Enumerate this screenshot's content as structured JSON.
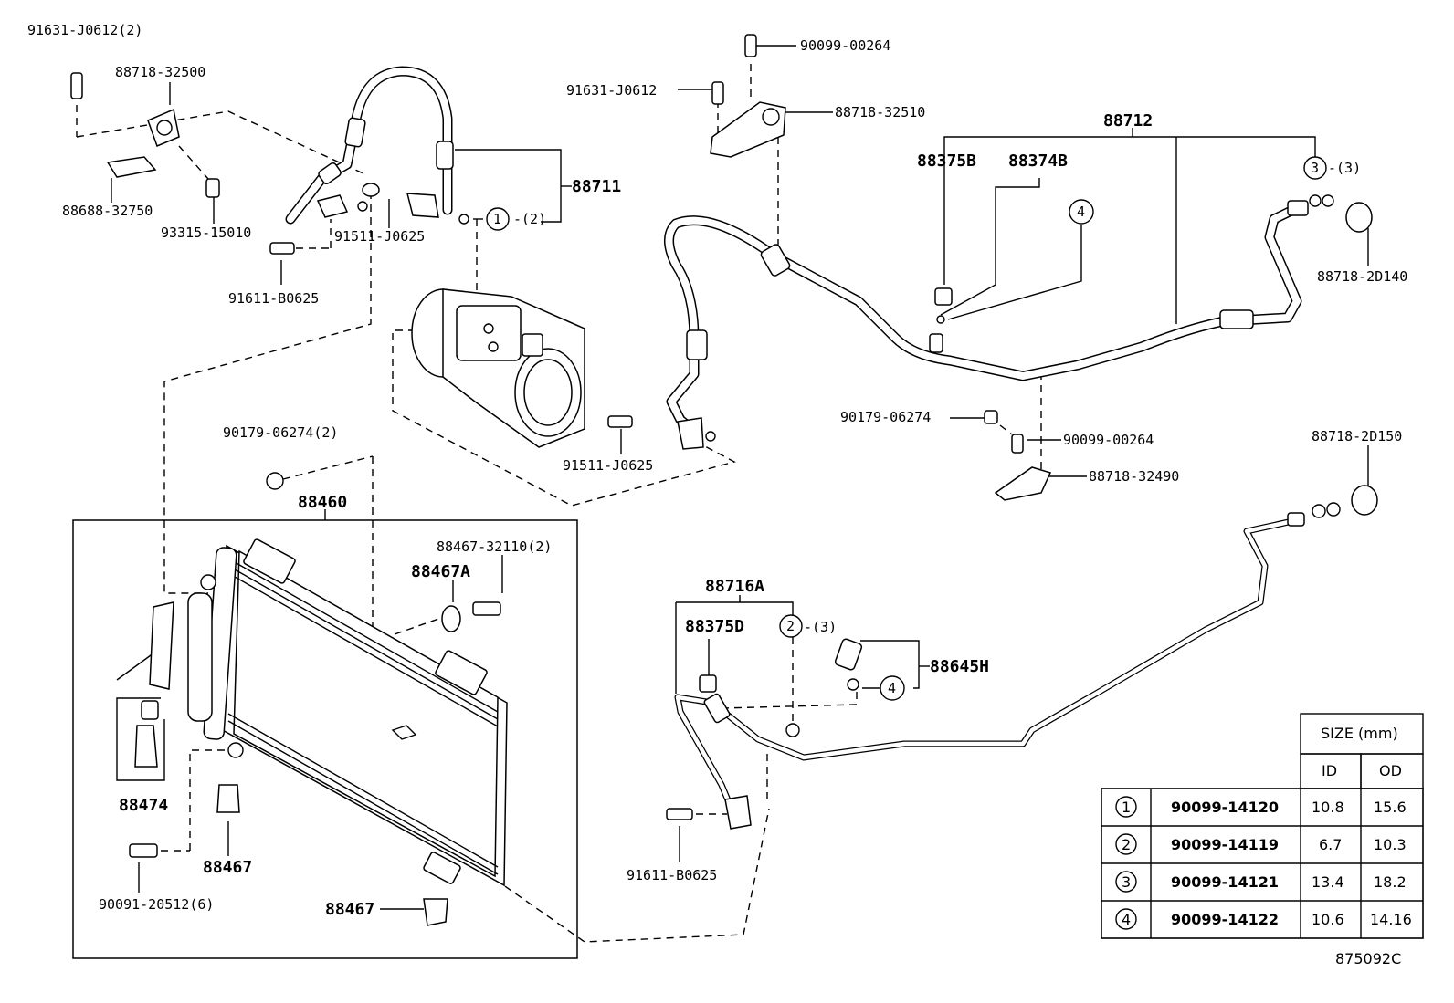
{
  "diagram_id": "875092C",
  "labels": {
    "p91631_j0612_2": "91631-J0612(2)",
    "p88718_32500": "88718-32500",
    "p88688_32750": "88688-32750",
    "p93315_15010": "93315-15010",
    "p91511_j0625_a": "91511-J0625",
    "p91611_b0625_a": "91611-B0625",
    "p88711": "88711",
    "p88711_ring_qty": "-(2)",
    "p90099_00264_a": "90099-00264",
    "p91631_j0612": "91631-J0612",
    "p88718_32510": "88718-32510",
    "p88712": "88712",
    "p88375b": "88375B",
    "p88374b": "88374B",
    "p88712_ring_qty": "-(3)",
    "p88718_2d140": "88718-2D140",
    "p90179_06274": "90179-06274",
    "p90099_00264_b": "90099-00264",
    "p88718_32490": "88718-32490",
    "p91511_j0625_b": "91511-J0625",
    "p88718_2d150": "88718-2D150",
    "p90179_06274_2": "90179-06274(2)",
    "p88460": "88460",
    "p88467_32110_2": "88467-32110(2)",
    "p88467a": "88467A",
    "p88474": "88474",
    "p88467_a": "88467",
    "p88467_b": "88467",
    "p90091_20512_6": "90091-20512(6)",
    "p88716a": "88716A",
    "p88375d": "88375D",
    "p88716_ring_qty": "-(3)",
    "p88645h": "88645H",
    "p91611_b0625_b": "91611-B0625"
  },
  "callouts": {
    "c1": "1",
    "c2": "2",
    "c3": "3",
    "c4a": "4",
    "c4b": "4"
  },
  "size_table": {
    "header": "SIZE (mm)",
    "col_id": "ID",
    "col_od": "OD",
    "rows": [
      {
        "ref": "1",
        "part": "90099-14120",
        "id": "10.8",
        "od": "15.6"
      },
      {
        "ref": "2",
        "part": "90099-14119",
        "id": "6.7",
        "od": "10.3"
      },
      {
        "ref": "3",
        "part": "90099-14121",
        "id": "13.4",
        "od": "18.2"
      },
      {
        "ref": "4",
        "part": "90099-14122",
        "id": "10.6",
        "od": "14.16"
      }
    ]
  }
}
